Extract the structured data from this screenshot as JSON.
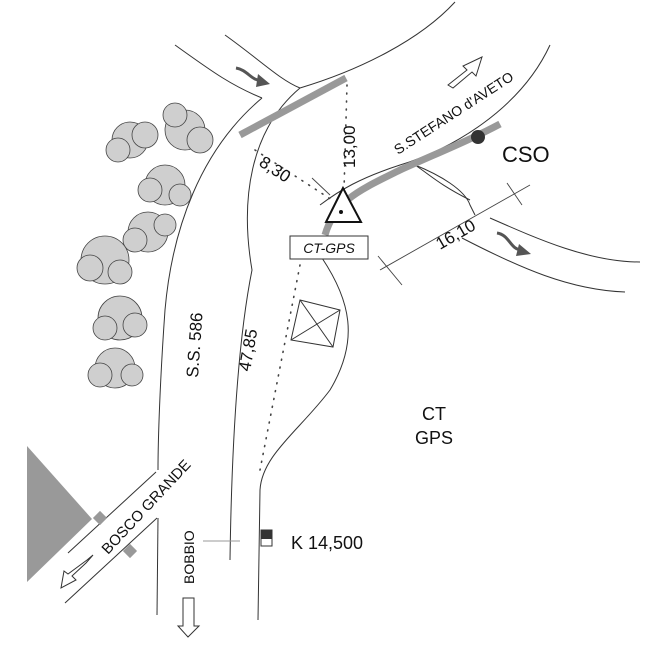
{
  "labels": {
    "destination_north": "S.STEFANO d'AVETO",
    "cso": "CSO",
    "station_box": "CT-GPS",
    "ct": "CT",
    "gps": "GPS",
    "road": "S.S. 586",
    "bosco": "BOSCO GRANDE",
    "bobbio": "BOBBIO",
    "km_marker": "K 14,500"
  },
  "distances": {
    "d1": "8,30",
    "d2": "13,00",
    "d3": "16,10",
    "d4": "47,85"
  },
  "colors": {
    "road_highlight": "#999999",
    "building": "#999999",
    "marker": "#333333"
  }
}
